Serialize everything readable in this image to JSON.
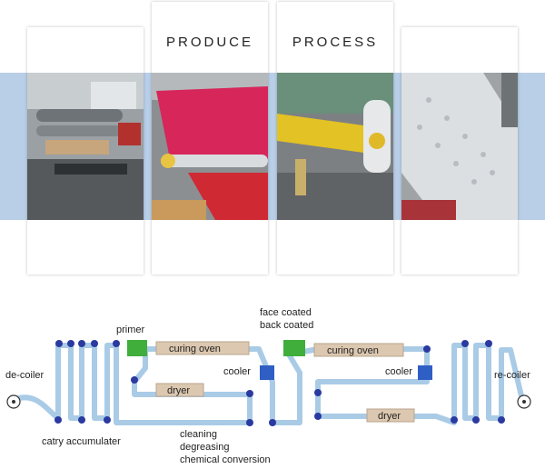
{
  "photos": {
    "produce_label": "PRODUCE",
    "process_label": "PROCESS"
  },
  "diagram": {
    "decoiler": "de-coiler",
    "accumulator": "catry accumulater",
    "primer": "primer",
    "curing_oven_1": "curing oven",
    "dryer_1": "dryer",
    "cooler_1": "cooler",
    "face_coated": "face coated",
    "back_coated": "back coated",
    "curing_oven_2": "curing oven",
    "cooler_2": "cooler",
    "dryer_2": "dryer",
    "recoiler": "re-coiler",
    "cleaning": "cleaning",
    "degreasing": "degreasing",
    "conversion": "chemical conversion"
  },
  "colors": {
    "band": "#b9cfe8",
    "strip": "#a9cbe6",
    "roller": "#2b3aa0",
    "coater": "#3fae3a",
    "oven": "#dcc8b0",
    "cooler": "#2f5fc4"
  }
}
